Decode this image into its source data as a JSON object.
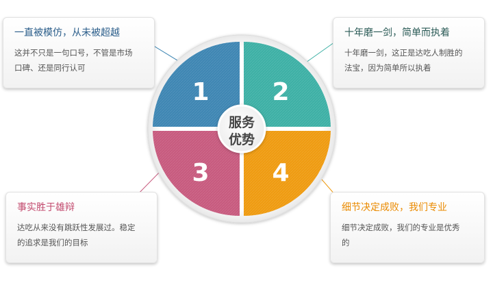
{
  "center": {
    "line1": "服务",
    "line2": "优势"
  },
  "quadrants": [
    {
      "number": "1",
      "color": "#3e86b3"
    },
    {
      "number": "2",
      "color": "#3db0a5"
    },
    {
      "number": "3",
      "color": "#c75a7e"
    },
    {
      "number": "4",
      "color": "#ef9b10"
    }
  ],
  "cards": [
    {
      "title": "一直被模仿，从未被超越",
      "body_line1": "这并不只是一句口号，不管是市场",
      "body_line2": "口碑、还是同行认可"
    },
    {
      "title": "十年磨一剑，简单而执着",
      "body_line1": "十年磨一剑，这正是达吃人制胜的",
      "body_line2": "法宝，因为简单所以执着"
    },
    {
      "title": "事实胜于雄辩",
      "body_line1": "达吃从来没有跳跃性发展过。稳定",
      "body_line2": "的追求是我们的目标"
    },
    {
      "title": "细节决定成败，我们专业",
      "body_line1": "细节决定成败，我们的专业是优秀",
      "body_line2": "的"
    }
  ]
}
